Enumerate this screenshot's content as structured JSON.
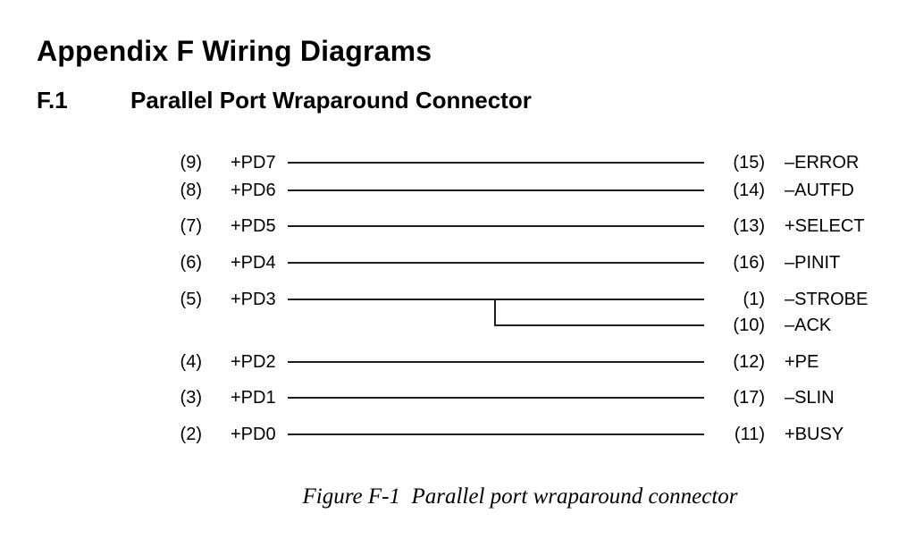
{
  "page": {
    "title": "Appendix F Wiring Diagrams",
    "section_number": "F.1",
    "section_title": "Parallel Port Wraparound Connector",
    "caption": "Figure F-1  Parallel port wraparound connector"
  },
  "diagram": {
    "figure_id": "F-1",
    "wire_color": "#1f1f1f",
    "rows": [
      {
        "left_pin": "(9)",
        "left_label": "+PD7",
        "right_pin": "(15)",
        "right_label": "–ERROR"
      },
      {
        "left_pin": "(8)",
        "left_label": "+PD6",
        "right_pin": "(14)",
        "right_label": "–AUTFD"
      },
      {
        "left_pin": "(7)",
        "left_label": "+PD5",
        "right_pin": "(13)",
        "right_label": "+SELECT"
      },
      {
        "left_pin": "(6)",
        "left_label": "+PD4",
        "right_pin": "(16)",
        "right_label": "–PINIT"
      },
      {
        "left_pin": "(5)",
        "left_label": "+PD3",
        "right_pin": "(1)",
        "right_label": "–STROBE"
      },
      {
        "left_pin": "",
        "left_label": "",
        "right_pin": "(10)",
        "right_label": "–ACK"
      },
      {
        "left_pin": "(4)",
        "left_label": "+PD2",
        "right_pin": "(12)",
        "right_label": "+PE"
      },
      {
        "left_pin": "(3)",
        "left_label": "+PD1",
        "right_pin": "(17)",
        "right_label": "–SLIN"
      },
      {
        "left_pin": "(2)",
        "left_label": "+PD0",
        "right_pin": "(11)",
        "right_label": "+BUSY"
      }
    ]
  }
}
